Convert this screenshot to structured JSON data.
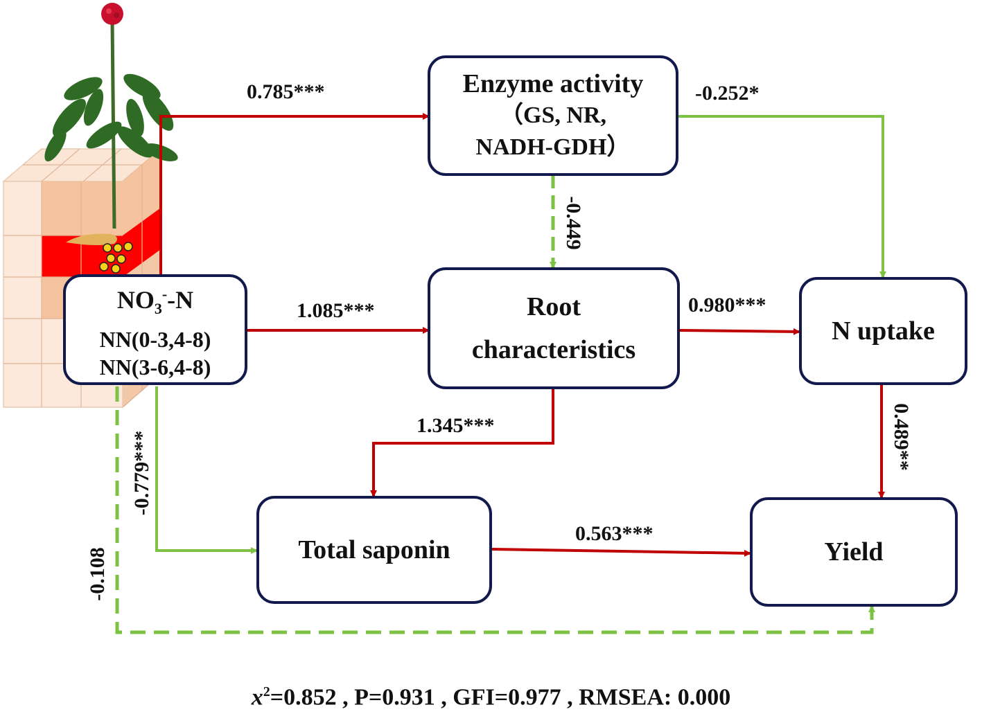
{
  "colors": {
    "positive": "#c00000",
    "negative": "#7dc242",
    "box_border": "#121a4d"
  },
  "nodes": {
    "enzyme": {
      "line1": "Enzyme activity",
      "line2": "（GS, NR,",
      "line3": "NADH-GDH）"
    },
    "nitrate": {
      "line1_main": "NO",
      "line1_sub": "3",
      "line1_sup": "-",
      "line1_rest": "-N",
      "line2": "NN(0-3,4-8)",
      "line3": "NN(3-6,4-8)"
    },
    "root": {
      "line1": "Root",
      "line2": "characteristics"
    },
    "n_uptake": {
      "label": "N uptake"
    },
    "saponin": {
      "label": "Total saponin"
    },
    "yield": {
      "label": "Yield"
    }
  },
  "paths": [
    {
      "id": "nitrate-enzyme",
      "coef": "0.785***",
      "sign": "positive",
      "style": "solid"
    },
    {
      "id": "enzyme-nuptake",
      "coef": "-0.252*",
      "sign": "negative",
      "style": "solid"
    },
    {
      "id": "enzyme-root",
      "coef": "-0.449",
      "sign": "negative",
      "style": "dashed"
    },
    {
      "id": "nitrate-root",
      "coef": "1.085***",
      "sign": "positive",
      "style": "solid"
    },
    {
      "id": "root-nuptake",
      "coef": "0.980***",
      "sign": "positive",
      "style": "solid"
    },
    {
      "id": "root-saponin",
      "coef": "1.345***",
      "sign": "positive",
      "style": "solid"
    },
    {
      "id": "nuptake-yield",
      "coef": "0.489**",
      "sign": "positive",
      "style": "solid"
    },
    {
      "id": "nitrate-saponin",
      "coef": "-0.779***",
      "sign": "negative",
      "style": "solid"
    },
    {
      "id": "nitrate-yield",
      "coef": "-0.108",
      "sign": "negative",
      "style": "dashed"
    },
    {
      "id": "saponin-yield",
      "coef": "0.563***",
      "sign": "positive",
      "style": "solid"
    }
  ],
  "fit": {
    "chi_symbol": "x",
    "chi_sup": "2",
    "rest": "=0.852 , P=0.931 , GFI=0.977 , RMSEA: 0.000"
  }
}
